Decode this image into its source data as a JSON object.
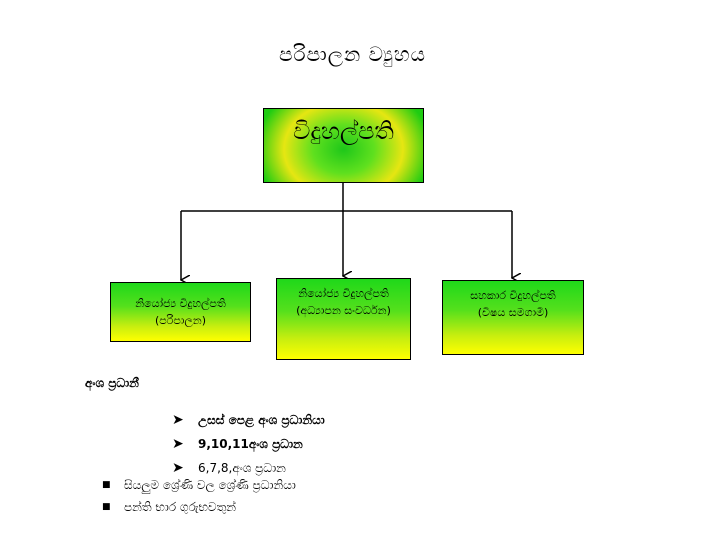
{
  "title": "පරිපාලන  ව්‍යුහය",
  "top_box": {
    "label": "විදුහල්පති"
  },
  "sub_boxes": [
    {
      "line1": "නියෝජ්‍ය විදුහල්පති",
      "line2": "(පරිපාලන)"
    },
    {
      "line1": "නියෝජ්‍ය විදුහල්පති",
      "line2": "(අධ්‍යාපන සංවර්ධන)"
    },
    {
      "line1": "සහකාර විදුහල්පති",
      "line2": "(විෂය සමගාමී)"
    }
  ],
  "section_heading": "අංශ ප්‍රධානී",
  "arrow_items": [
    "උසස් පෙළ අංශ ප්‍රධානියා",
    "9,10,11අංශ ප්‍රධාන",
    "6,7,8,අංශ ප්‍රධාන"
  ],
  "bullet_items": [
    "සියලුම ශ්‍රේණි වල ශ්‍රේණි ප්‍රධානියා",
    "පන්ති භාර ගුරුභවතුන්"
  ],
  "colors": {
    "green": "#1fd81a",
    "yellow": "#ffff00",
    "stroke": "#000000"
  }
}
